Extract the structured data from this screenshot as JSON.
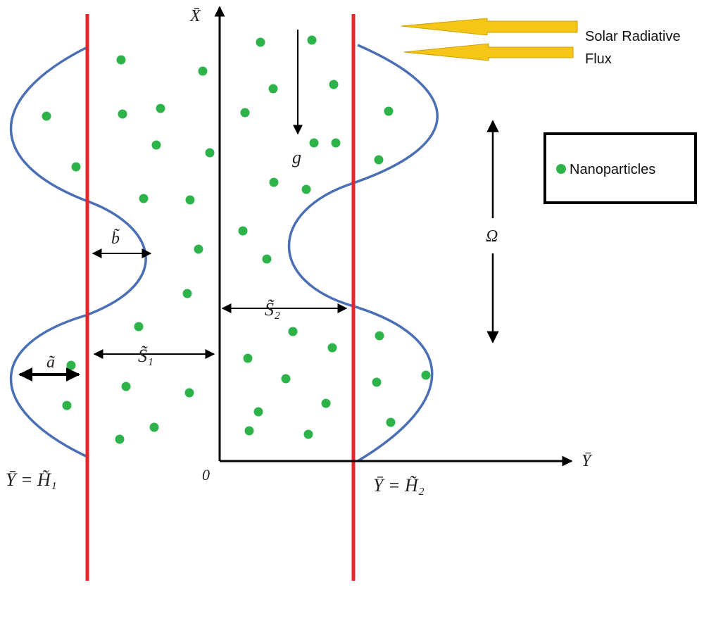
{
  "axes": {
    "x_label": "X̄",
    "y_label": "Ȳ",
    "origin_label": "0"
  },
  "walls": {
    "left_label": "Ȳ = H̃₁",
    "right_label": "Ȳ = H̃₂",
    "color": "#e8262a"
  },
  "wave_color": "#4a6fb5",
  "particle_color": "#2db34a",
  "labels": {
    "gravity": "g",
    "wavelength": "Ω",
    "amplitude_a": "ã",
    "amplitude_b": "b̃",
    "s1": "S̃₁",
    "s2": "S̃₂"
  },
  "solar": {
    "line1": "Solar Radiative",
    "line2": "Flux",
    "arrow_color": "#f5c518"
  },
  "legend": {
    "label": "Nanoparticles"
  }
}
